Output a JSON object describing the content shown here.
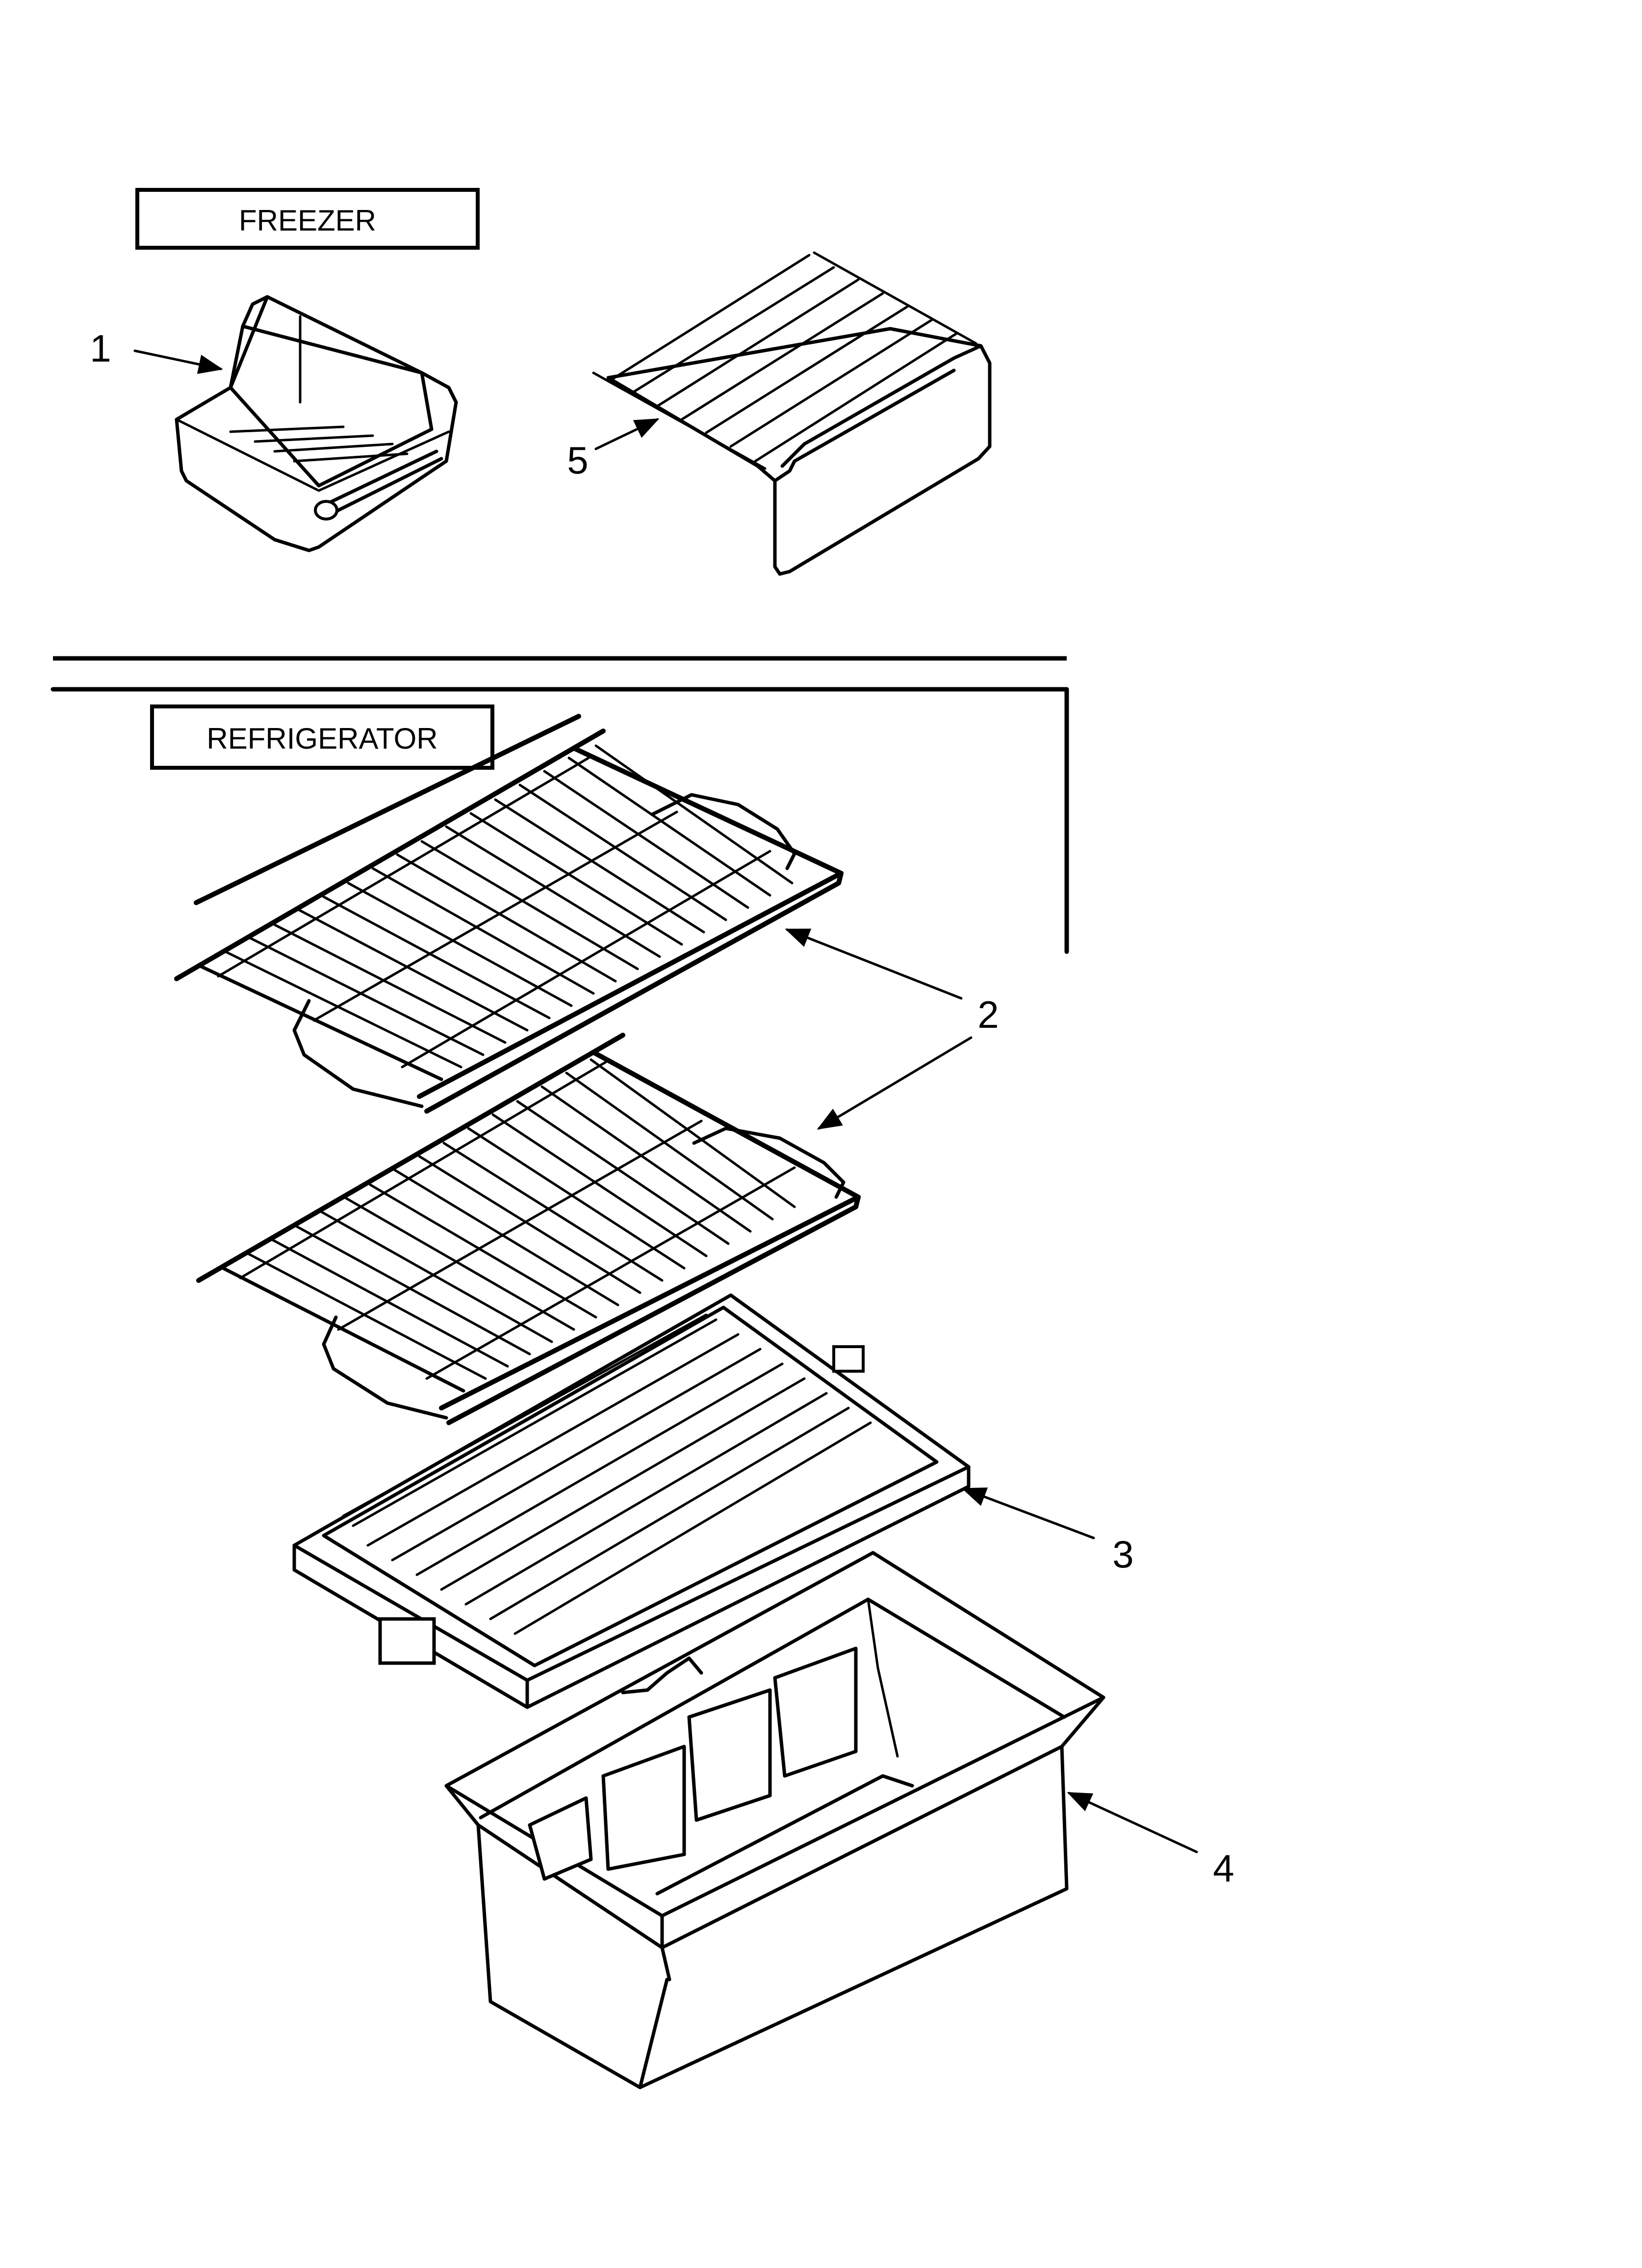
{
  "sections": {
    "freezer_label": "FREEZER",
    "refrigerator_label": "REFRIGERATOR"
  },
  "callouts": {
    "part_1": "1",
    "part_2": "2",
    "part_3": "3",
    "part_4": "4",
    "part_5": "5"
  }
}
